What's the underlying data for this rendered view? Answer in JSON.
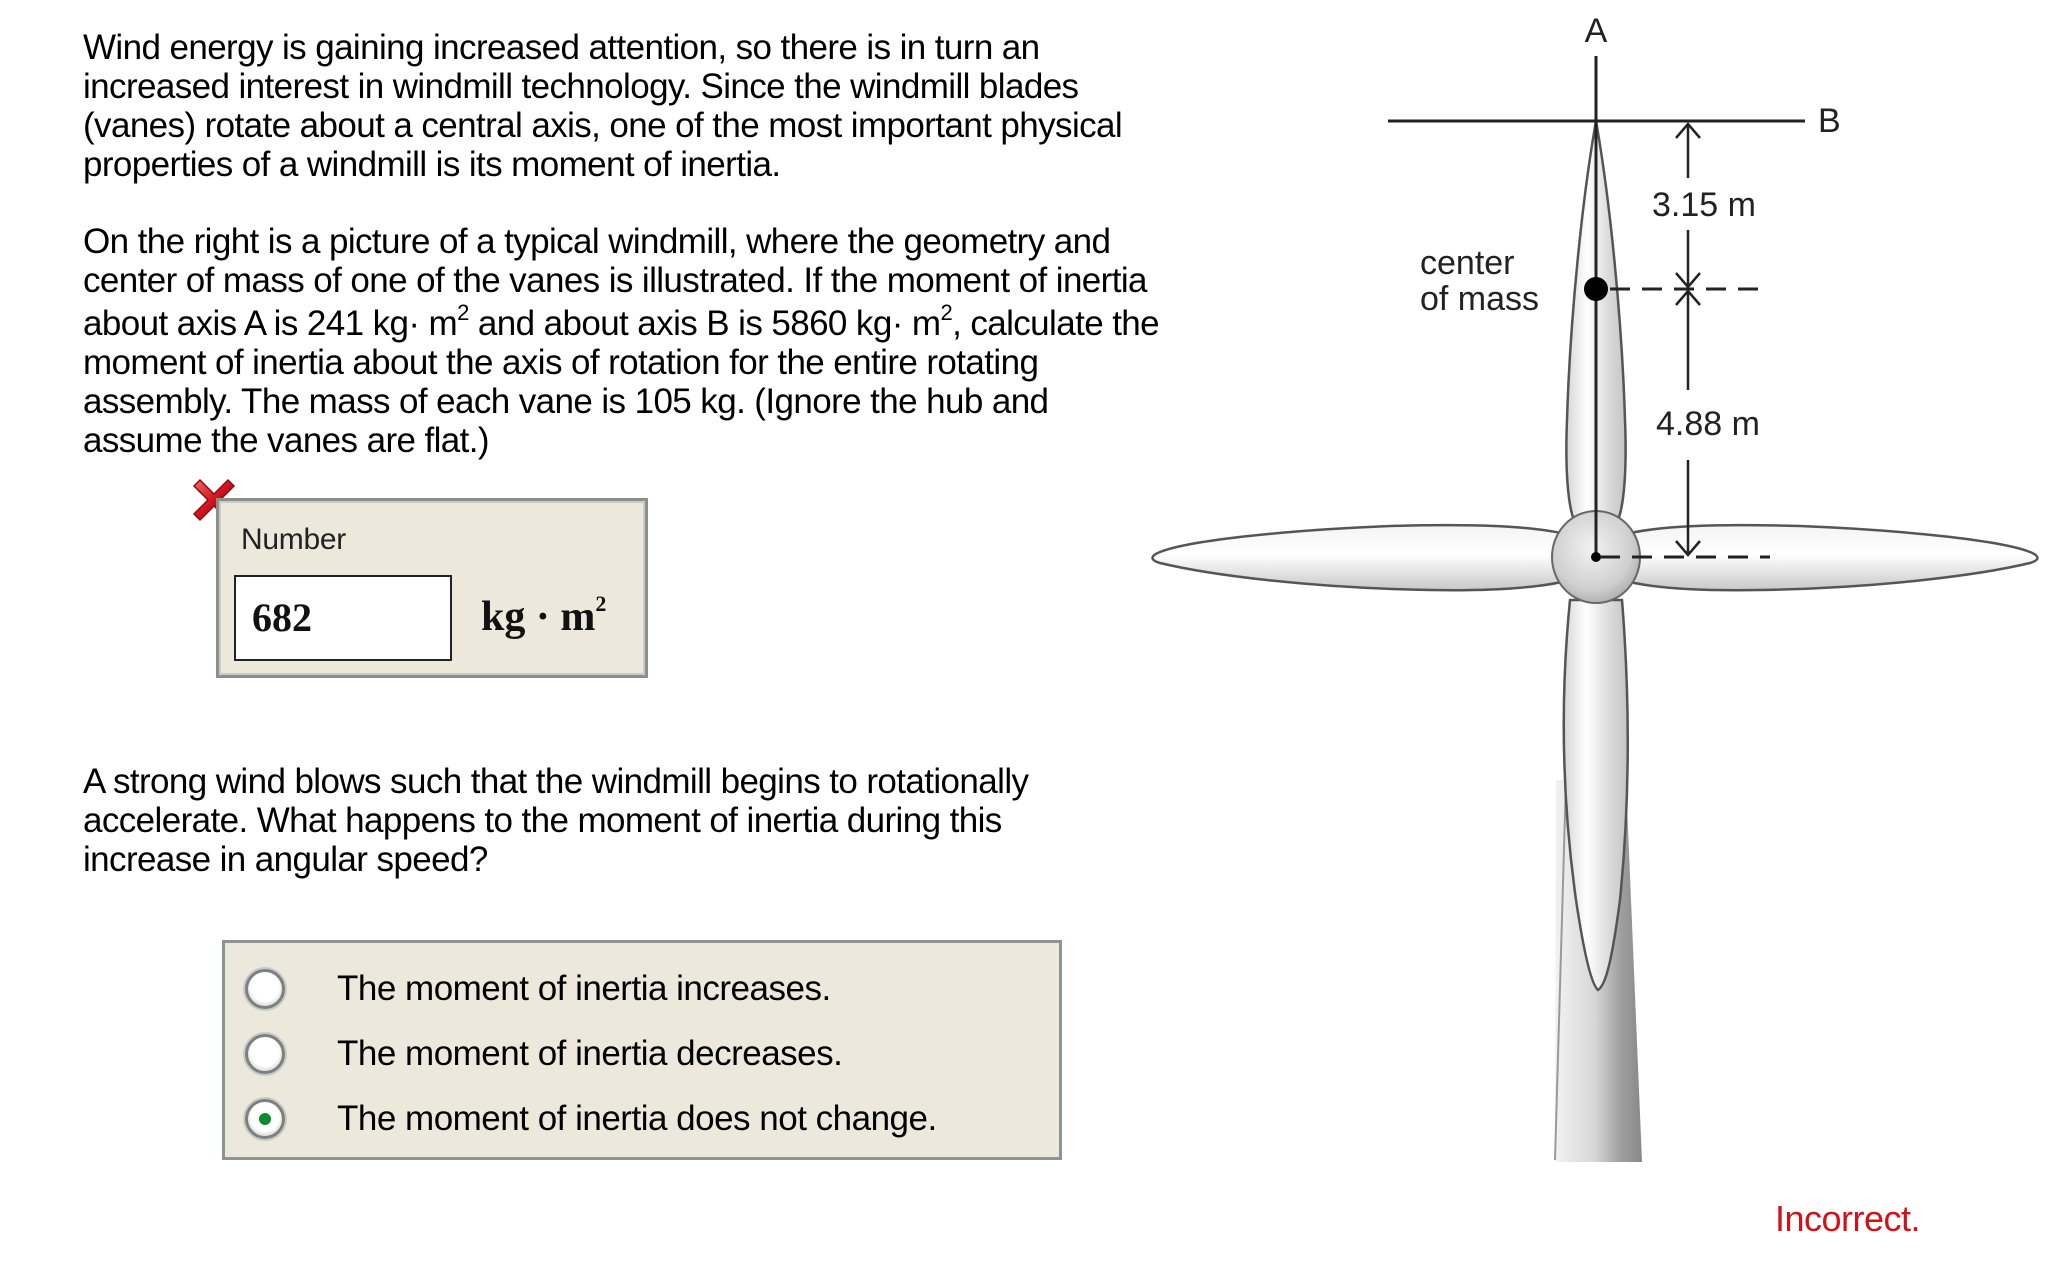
{
  "question": {
    "intro_paragraph": "Wind energy is gaining increased attention, so there is in turn an increased interest in windmill technology. Since the windmill blades (vanes) rotate about a central axis, one of the most important physical properties of a windmill is its moment of inertia.",
    "intro_lines": [
      "Wind energy is gaining increased attention, so there is in turn an",
      "increased interest in windmill technology. Since the windmill blades",
      "(vanes) rotate about a central axis, one of the most important physical",
      "properties of a windmill is its moment of inertia."
    ],
    "problem_lines": {
      "l1": "On the right is a picture of a typical windmill, where the geometry and",
      "l2": "center of mass of one of the vanes is illustrated. If the moment of inertia",
      "l3a": "about axis A is 241 kg· m",
      "l3b": " and about axis B is 5860 kg· m",
      "l3c": ", calculate the",
      "sup": "2",
      "l4": "moment of inertia about the axis of rotation for the entire rotating",
      "l5": "assembly. The mass of each vane is 105 kg. (Ignore the hub and",
      "l6": "assume the vanes are flat.)"
    },
    "given": {
      "I_axis_A": "241 kg·m²",
      "I_axis_B": "5860 kg·m²",
      "vane_mass": "105 kg"
    }
  },
  "answer_part1": {
    "status_icon": "incorrect-x",
    "label": "Number",
    "value": "682",
    "unit": "kg · m",
    "unit_sup": "2"
  },
  "question_part2": {
    "lines": [
      "A strong wind blows such that the windmill begins to rotationally",
      "accelerate. What happens to the moment of inertia during this",
      "increase in angular speed?"
    ],
    "options": [
      {
        "label": "The moment of inertia increases.",
        "selected": false
      },
      {
        "label": "The moment of inertia decreases.",
        "selected": false
      },
      {
        "label": "The moment of inertia does not change.",
        "selected": true
      }
    ]
  },
  "diagram": {
    "axis_a_label": "A",
    "axis_b_label": "B",
    "dim_upper": "3.15 m",
    "dim_lower": "4.88 m",
    "com_label_line1": "center",
    "com_label_line2": "of mass"
  },
  "feedback": {
    "text": "Incorrect.",
    "color": "#d0121b"
  },
  "colors": {
    "panel_bg": "#ece9dc",
    "panel_border": "#8e9490",
    "radio_selected": "#0a8a2a",
    "error_red": "#d0121b"
  }
}
